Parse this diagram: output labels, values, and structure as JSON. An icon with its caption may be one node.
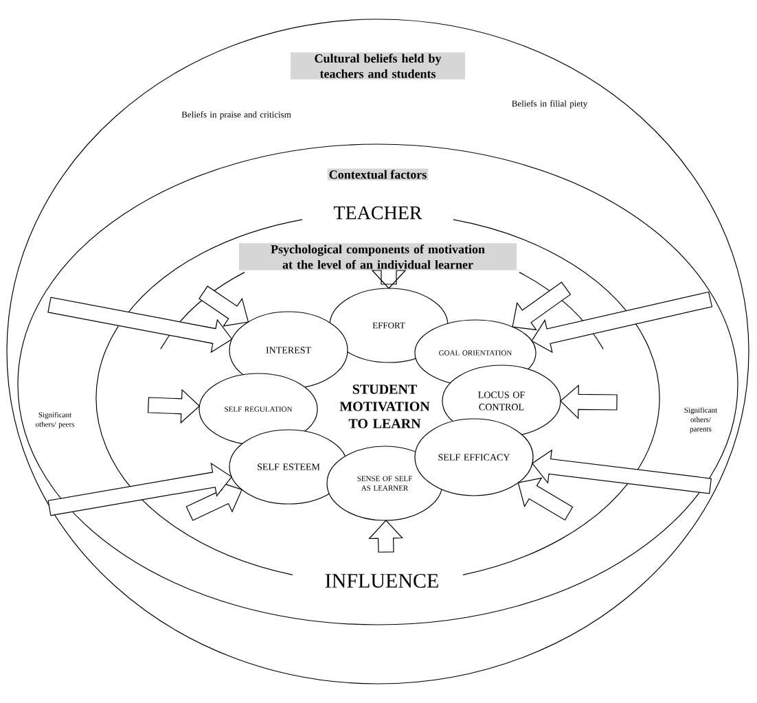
{
  "diagram": {
    "nodes": [
      {
        "text": [
          "Cultural beliefs held by teachers and students",
          "Beliefs in praise and criticism",
          "Beliefs in filial piety"
        ]
      },
      {
        "text": [
          "Contextual factors",
          "Significant others/ peers",
          "Significant others/ parents"
        ],
        "in": 0
      },
      {
        "text": [
          "TEACHER",
          "INFLUENCE"
        ],
        "in": 1
      },
      {
        "text": [
          "Psychological components of motivation at the level of an individual learner"
        ],
        "in": 2
      },
      {
        "text": [
          "STUDENT MOTIVATION TO LEARN"
        ],
        "in": 2
      },
      {
        "text": [
          "EFFORT"
        ],
        "in": 2
      },
      {
        "text": [
          "INTEREST"
        ],
        "in": 2
      },
      {
        "text": [
          "GOAL ORIENTATION"
        ],
        "in": 2
      },
      {
        "text": [
          "SELF REGULATION"
        ],
        "in": 2
      },
      {
        "text": [
          "LOCUS OF CONTROL"
        ],
        "in": 2
      },
      {
        "text": [
          "SELF ESTEEM"
        ],
        "in": 2
      },
      {
        "text": [
          "SENSE OF SELF AS LEARNER"
        ],
        "in": 2
      },
      {
        "text": [
          "SELF EFFICACY"
        ],
        "in": 2
      }
    ],
    "edges": [
      {
        "from": null,
        "to": 6,
        "arrow": "to"
      },
      {
        "from": null,
        "to": 5,
        "arrow": "to"
      },
      {
        "from": null,
        "to": 7,
        "arrow": "to"
      },
      {
        "from": null,
        "to": 8,
        "arrow": "to"
      },
      {
        "from": null,
        "to": 9,
        "arrow": "to"
      },
      {
        "from": null,
        "to": 10,
        "arrow": "to"
      },
      {
        "from": null,
        "to": 11,
        "arrow": "to"
      },
      {
        "from": null,
        "to": 12,
        "arrow": "to"
      },
      {
        "from": null,
        "to": 6,
        "arrow": "to"
      },
      {
        "from": null,
        "to": 7,
        "arrow": "to"
      },
      {
        "from": null,
        "to": 10,
        "arrow": "to"
      },
      {
        "from": null,
        "to": 12,
        "arrow": "to"
      }
    ]
  }
}
